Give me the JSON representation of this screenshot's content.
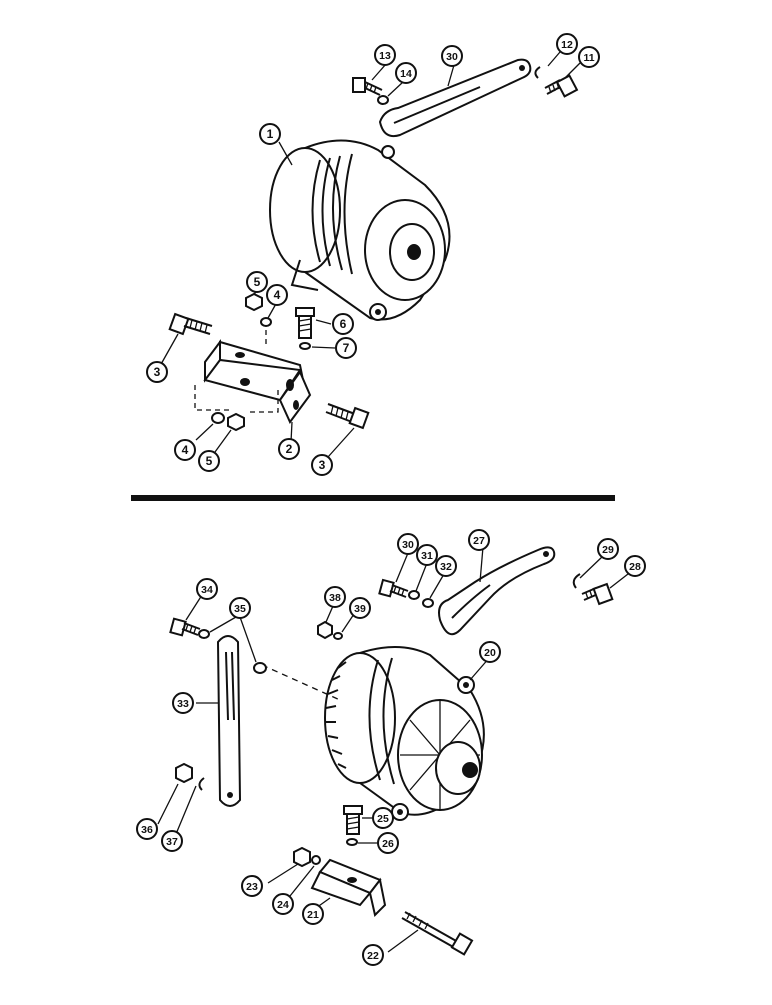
{
  "diagram": {
    "upper_assembly": {
      "callouts": [
        "1",
        "2",
        "3",
        "3",
        "4",
        "4",
        "5",
        "5",
        "6",
        "7",
        "11",
        "12",
        "13",
        "14",
        "30"
      ]
    },
    "lower_assembly": {
      "callouts": [
        "20",
        "21",
        "22",
        "23",
        "24",
        "25",
        "26",
        "27",
        "28",
        "29",
        "30",
        "31",
        "32",
        "33",
        "34",
        "35",
        "36",
        "37",
        "38",
        "39"
      ]
    }
  }
}
